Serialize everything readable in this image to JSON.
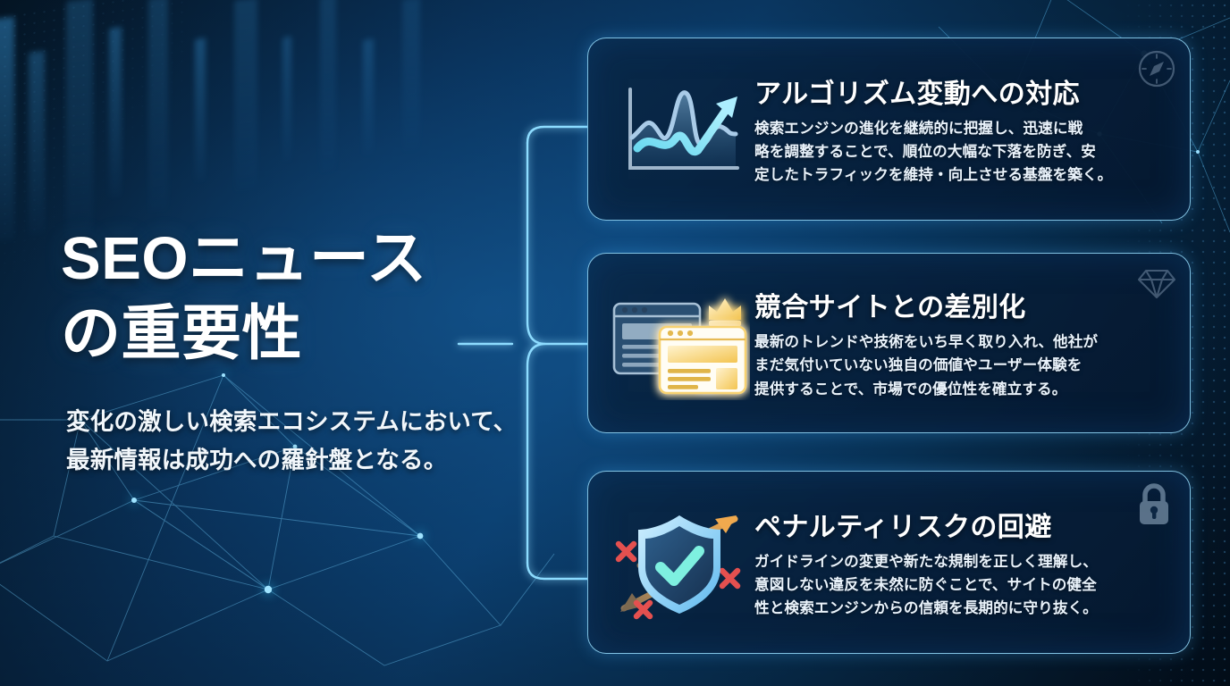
{
  "hero": {
    "title": "SEOニュース\nの重要性",
    "subtitle": "変化の激しい検索エコシステムにおいて、\n最新情報は成功への羅針盤となる。"
  },
  "colors": {
    "accent_cyan": "#8ddcff",
    "node_glow": "#33ccff",
    "bg_deep": "#04172b",
    "bg_mid": "#0c4478",
    "card_border": "#96deff",
    "gold": "#f5c44a",
    "danger_red": "#e4504f",
    "text_white": "#ffffff"
  },
  "cards": [
    {
      "id": "algorithm-response",
      "title": "アルゴリズム変動への対応",
      "body": "検索エンジンの進化を継続的に把握し、迅速に戦\n略を調整することで、順位の大幅な下落を防ぎ、安\n定したトラフィックを維持・向上させる基盤を築く。",
      "main_icon": "line-chart-up-icon",
      "corner_icon": "compass-icon"
    },
    {
      "id": "competitor-differentiation",
      "title": "競合サイトとの差別化",
      "body": "最新のトレンドや技術をいち早く取り入れ、他社が\nまだ気付いていない独自の価値やユーザー体験を\n提供することで、市場での優位性を確立する。",
      "main_icon": "browser-windows-crown-icon",
      "corner_icon": "diamond-icon"
    },
    {
      "id": "penalty-risk-avoidance",
      "title": "ペナルティリスクの回避",
      "body": "ガイドラインの変更や新たな規制を正しく理解し、\n意図しない違反を未然に防ぐことで、サイトの健全\n性と検索エンジンからの信頼を長期的に守り抜く。",
      "main_icon": "shield-check-icon",
      "corner_icon": "padlock-icon"
    }
  ]
}
